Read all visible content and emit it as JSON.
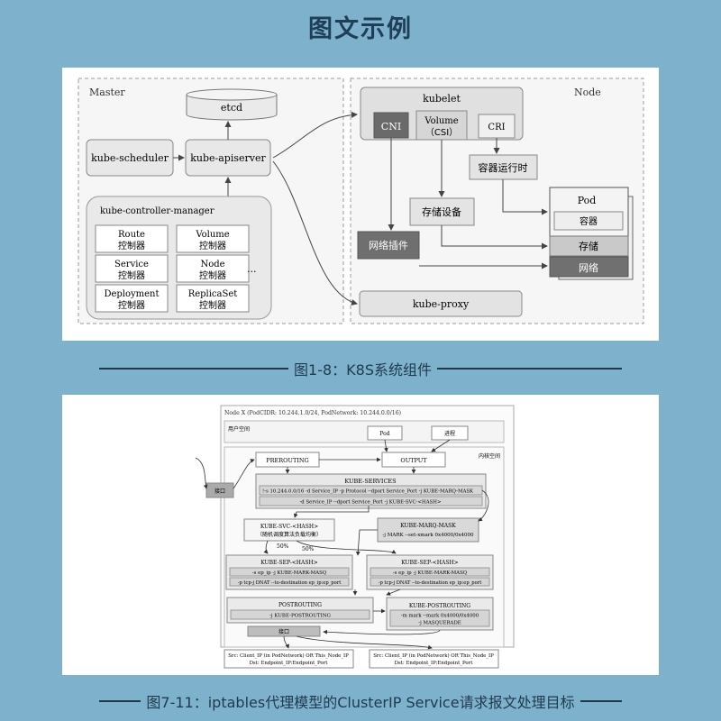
{
  "page_title": "图文示例",
  "figure1": {
    "caption": "图1-8：K8S系统组件",
    "master_label": "Master",
    "node_label": "Node",
    "etcd": "etcd",
    "kube_scheduler": "kube-scheduler",
    "kube_apiserver": "kube-apiserver",
    "controller_manager": "kube-controller-manager",
    "controllers": [
      {
        "name": "Route",
        "sub": "控制器"
      },
      {
        "name": "Volume",
        "sub": "控制器"
      },
      {
        "name": "Service",
        "sub": "控制器"
      },
      {
        "name": "Node",
        "sub": "控制器"
      },
      {
        "name": "Deployment",
        "sub": "控制器"
      },
      {
        "name": "ReplicaSet",
        "sub": "控制器"
      }
    ],
    "ellipsis": "...",
    "kubelet": "kubelet",
    "cni": "CNI",
    "volume": "Volume",
    "csi": "（CSI）",
    "cri": "CRI",
    "container_runtime": "容器运行时",
    "storage_device": "存储设备",
    "network_plugin": "网络插件",
    "pod": "Pod",
    "container": "容器",
    "storage": "存储",
    "network": "网络",
    "kube_proxy": "kube-proxy"
  },
  "figure2": {
    "caption": "图7-11：iptables代理模型的ClusterIP Service请求报文处理目标",
    "node_header": "Node X (PodCIDR: 10.244.1.0/24, PodNetwork: 10.244.0.0/16)",
    "user_space": "用户空间",
    "kernel_space": "内核空间",
    "pod": "Pod",
    "process": "进程",
    "interface_in": "接口",
    "interface_out": "接口",
    "prerouting": "PREROUTING",
    "output": "OUTPUT",
    "kube_services": "KUBE-SERVICES",
    "rule1": "!-s 10.244.0.0/16 -d Service_IP -p Protocol --dport Service_Port -j KUBE-MARQ-MASK",
    "rule2": "-d Service_IP --dport Service_Port -j KUBE-SVC-<HASH>",
    "kube_svc": "KUBE-SVC-<HASH>",
    "kube_svc_sub": "（随机调度算法负载均衡）",
    "kube_marq": "KUBE-MARQ-MASK",
    "kube_marq_rule": "-j MARK --set-xmark 0x4000/0x4000",
    "pct_left": "50%",
    "pct_right": "50%",
    "sep_title": "KUBE-SEP-<HASH>",
    "sep_rule1": "-s ep_ip -j KUBE-MARK-MASQ",
    "sep_rule2": "-p tcp-j DNAT --to-destination ep_ip:ep_port",
    "postrouting": "POSTROUTING",
    "postrouting_rule": "-j KUBE-POSTROUTING",
    "kube_postrouting": "KUBE-POSTROUTING",
    "kpost_rule1": "-m mark --mark 0x4000/0x4000",
    "kpost_rule2": "-j MASQUERADE",
    "dst_line1": "Src: Client_IP (in PodNetwork) OR This_Node_IP",
    "dst_line2": "Dst: Endpoint_IP:Endpoint_Port"
  }
}
